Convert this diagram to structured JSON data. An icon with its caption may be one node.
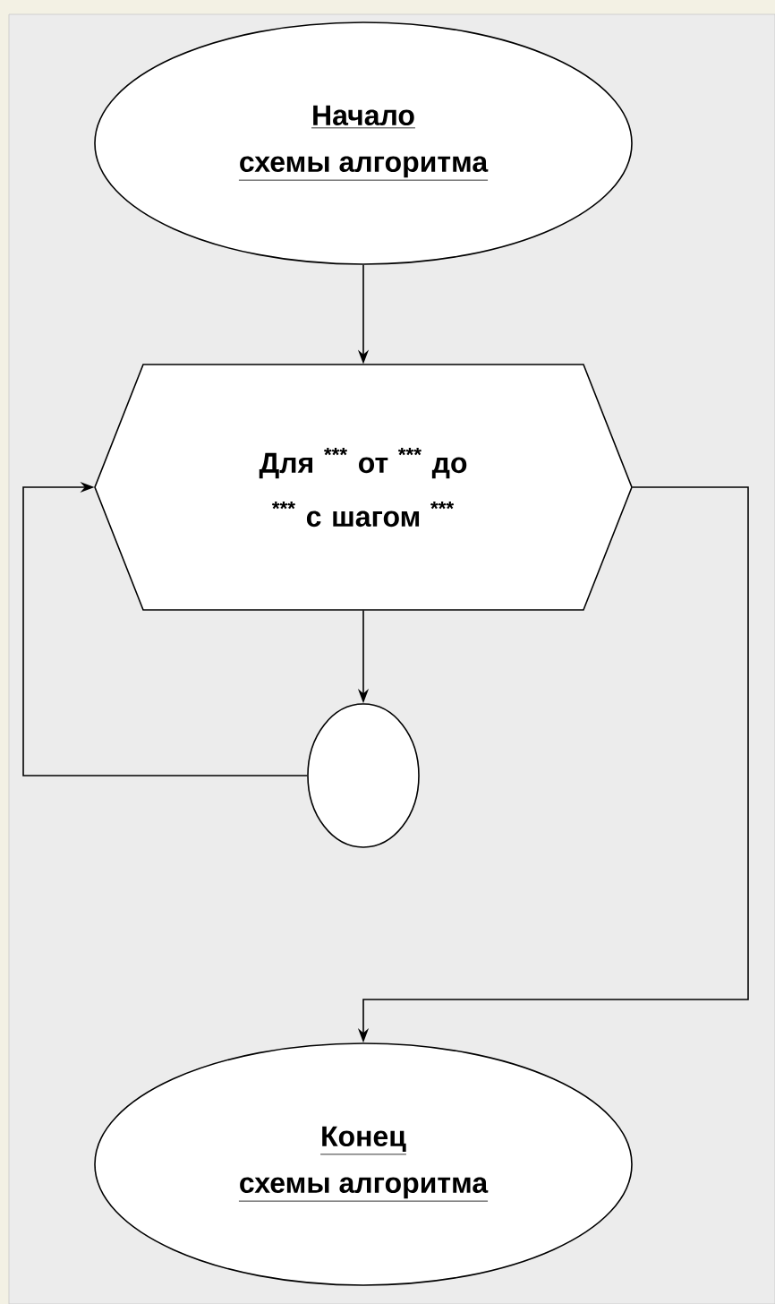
{
  "diagram": {
    "nodes": [
      {
        "text": [
          "Начало",
          "схемы алгоритма"
        ]
      },
      {
        "text": [
          "Для $^{***}$ от $^{***}$ до $^{***}$ с шагом $^{***}$"
        ]
      },
      {
        "text": [],
        "shape": "circle"
      },
      {
        "text": [
          "Конец",
          "схемы алгоритма"
        ]
      }
    ],
    "edges": [
      {
        "from": 0,
        "to": 1,
        "arrow": "to"
      },
      {
        "from": 1,
        "to": 2,
        "arrow": "to"
      },
      {
        "from": 2,
        "to": 1,
        "arrow": "to"
      },
      {
        "from": 1,
        "to": 3,
        "arrow": "to"
      }
    ]
  }
}
